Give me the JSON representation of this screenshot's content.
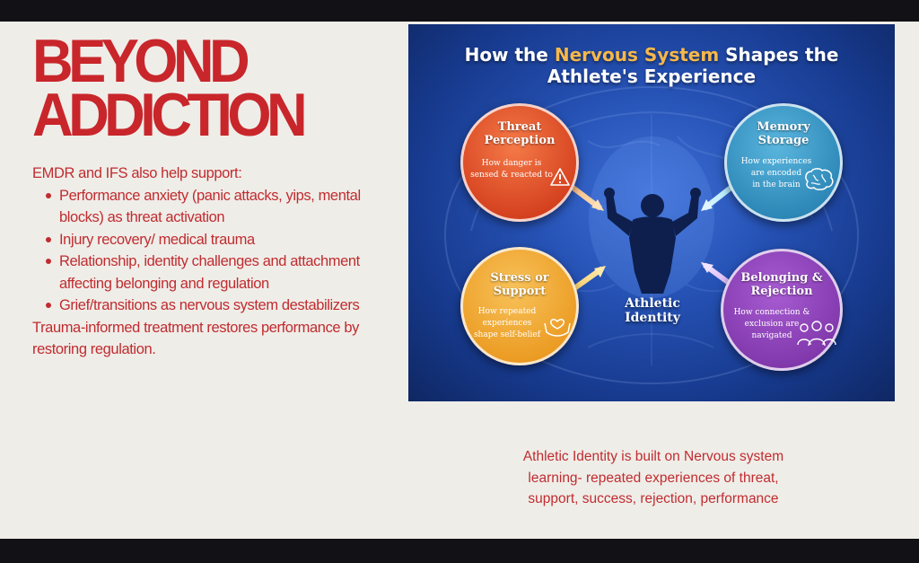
{
  "slide": {
    "title_lines": [
      "BEYOND",
      "ADDICTION"
    ],
    "intro": "EMDR and IFS also help support:",
    "bullets": [
      "Performance anxiety (panic attacks, yips, mental blocks) as threat activation",
      "Injury recovery/ medical trauma",
      "Relationship, identity challenges and attachment affecting belonging and regulation",
      "Grief/transitions as nervous system destabilizers"
    ],
    "closing": "Trauma-informed treatment restores performance by restoring regulation.",
    "caption": "Athletic Identity is built on Nervous system learning- repeated experiences of threat, support, success, rejection, performance"
  },
  "figure": {
    "title_pre": "How the ",
    "title_highlight": "Nervous System",
    "title_post": " Shapes the",
    "title_line2": "Athlete's Experience",
    "center_label_1": "Athletic",
    "center_label_2": "Identity",
    "nodes": {
      "threat": {
        "head1": "Threat",
        "head2": "Perception",
        "desc1": "How danger is",
        "desc2": "sensed & reacted to",
        "icon": "warning-icon"
      },
      "memory": {
        "head1": "Memory",
        "head2": "Storage",
        "desc1": "How experiences",
        "desc2": "are encoded",
        "desc3": "in the brain",
        "icon": "brain-icon"
      },
      "stress": {
        "head1": "Stress or",
        "head2": "Support",
        "desc1": "How repeated",
        "desc2": "experiences",
        "desc3": "shape self-belief",
        "icon": "heart-hands-icon"
      },
      "belonging": {
        "head1": "Belonging &",
        "head2": "Rejection",
        "desc1": "How connection &",
        "desc2": "exclusion are",
        "desc3": "navigated",
        "icon": "people-icon"
      }
    },
    "colors": {
      "threat": "#e0532a",
      "memory": "#2f8fbf",
      "stress": "#f0a832",
      "belonging": "#8a3fb4",
      "text_accent": "#c02c30",
      "title_highlight": "#f6b84a"
    }
  }
}
